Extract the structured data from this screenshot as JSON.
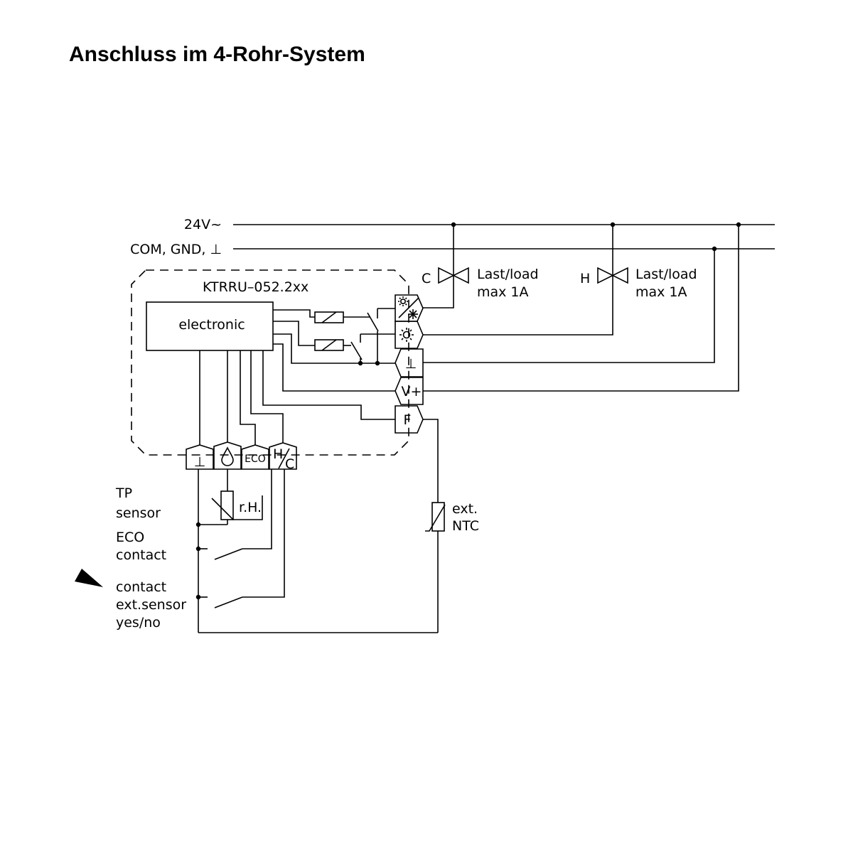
{
  "title": "Anschluss im 4-Rohr-System",
  "bus": {
    "supply_label": "24V~",
    "common_label": "COM, GND, ⊥"
  },
  "device": {
    "model": "KTRRU–052.2xx",
    "electronic_label": "electronic"
  },
  "right_terminals": {
    "ground": "⊥",
    "supply": "V+",
    "sensor": "F"
  },
  "bottom_terminals": {
    "ground": "⊥",
    "eco": "ECO",
    "hc_h": "H",
    "hc_c": "C"
  },
  "valves": [
    {
      "label": "C",
      "load_line1": "Last/load",
      "load_line2": "max 1A"
    },
    {
      "label": "H",
      "load_line1": "Last/load",
      "load_line2": "max 1A"
    }
  ],
  "humidity_label": "r.H.",
  "ntc": {
    "line1": "ext.",
    "line2": "NTC"
  },
  "side_labels": {
    "tp_line1": "TP",
    "tp_line2": "sensor",
    "eco_line1": "ECO",
    "eco_line2": "contact",
    "ext_line1": "contact",
    "ext_line2": "ext.sensor",
    "ext_line3": "yes/no"
  },
  "icons": {
    "cool_heat": "sun-snowflake-icon",
    "heat": "sun-icon",
    "humidity": "droplet-icon",
    "pointer": "arrowhead-icon"
  }
}
